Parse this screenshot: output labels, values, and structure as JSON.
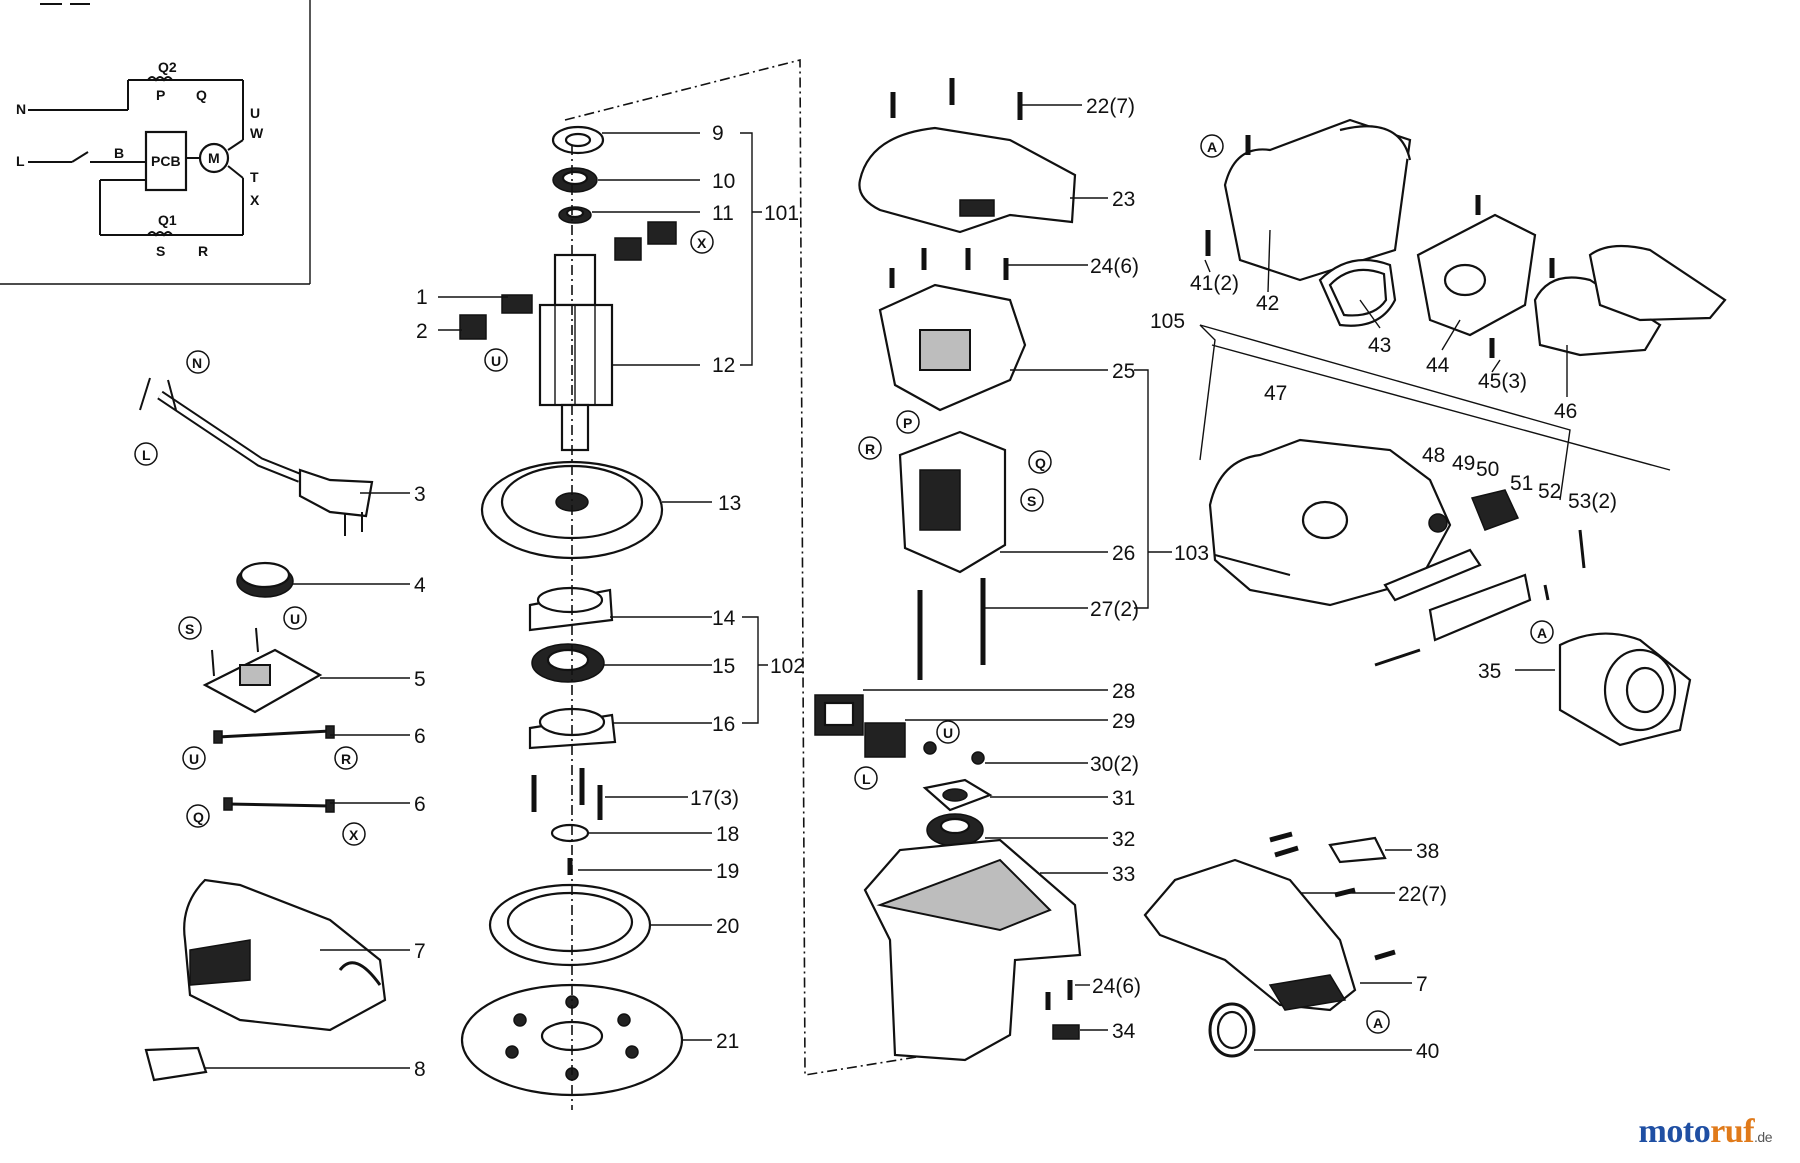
{
  "schematic": {
    "terminals": [
      "N",
      "L",
      "B",
      "Q2",
      "P",
      "Q",
      "PCB",
      "M",
      "Q1",
      "S",
      "R",
      "U",
      "T",
      "W",
      "X"
    ]
  },
  "callouts": [
    {
      "id": "c1",
      "text": "1"
    },
    {
      "id": "c2",
      "text": "2"
    },
    {
      "id": "c3",
      "text": "3"
    },
    {
      "id": "c4",
      "text": "4"
    },
    {
      "id": "c5",
      "text": "5"
    },
    {
      "id": "c6a",
      "text": "6"
    },
    {
      "id": "c6b",
      "text": "6"
    },
    {
      "id": "c7a",
      "text": "7"
    },
    {
      "id": "c8",
      "text": "8"
    },
    {
      "id": "c9",
      "text": "9"
    },
    {
      "id": "c10",
      "text": "10"
    },
    {
      "id": "c11",
      "text": "11"
    },
    {
      "id": "c12",
      "text": "12"
    },
    {
      "id": "c13",
      "text": "13"
    },
    {
      "id": "c14",
      "text": "14"
    },
    {
      "id": "c15",
      "text": "15"
    },
    {
      "id": "c16",
      "text": "16"
    },
    {
      "id": "c17",
      "text": "17(3)"
    },
    {
      "id": "c18",
      "text": "18"
    },
    {
      "id": "c19",
      "text": "19"
    },
    {
      "id": "c20",
      "text": "20"
    },
    {
      "id": "c21",
      "text": "21"
    },
    {
      "id": "c101",
      "text": "101"
    },
    {
      "id": "c102",
      "text": "102"
    },
    {
      "id": "c22a",
      "text": "22(7)"
    },
    {
      "id": "c23",
      "text": "23"
    },
    {
      "id": "c24a",
      "text": "24(6)"
    },
    {
      "id": "c25",
      "text": "25"
    },
    {
      "id": "c26",
      "text": "26"
    },
    {
      "id": "c27",
      "text": "27(2)"
    },
    {
      "id": "c103",
      "text": "103"
    },
    {
      "id": "c28",
      "text": "28"
    },
    {
      "id": "c29",
      "text": "29"
    },
    {
      "id": "c30",
      "text": "30(2)"
    },
    {
      "id": "c31",
      "text": "31"
    },
    {
      "id": "c32",
      "text": "32"
    },
    {
      "id": "c33",
      "text": "33"
    },
    {
      "id": "c24b",
      "text": "24(6)"
    },
    {
      "id": "c34",
      "text": "34"
    },
    {
      "id": "c41",
      "text": "41(2)"
    },
    {
      "id": "c42",
      "text": "42"
    },
    {
      "id": "c43",
      "text": "43"
    },
    {
      "id": "c44",
      "text": "44"
    },
    {
      "id": "c45",
      "text": "45(3)"
    },
    {
      "id": "c46",
      "text": "46"
    },
    {
      "id": "c105",
      "text": "105"
    },
    {
      "id": "c47",
      "text": "47"
    },
    {
      "id": "c48",
      "text": "48"
    },
    {
      "id": "c49",
      "text": "49"
    },
    {
      "id": "c50",
      "text": "50"
    },
    {
      "id": "c51",
      "text": "51"
    },
    {
      "id": "c52",
      "text": "52"
    },
    {
      "id": "c53",
      "text": "53(2)"
    },
    {
      "id": "c35",
      "text": "35"
    },
    {
      "id": "c38",
      "text": "38"
    },
    {
      "id": "c22b",
      "text": "22(7)"
    },
    {
      "id": "c7b",
      "text": "7"
    },
    {
      "id": "c40",
      "text": "40"
    }
  ],
  "connector_marks": [
    {
      "id": "m_n",
      "text": "N"
    },
    {
      "id": "m_l1",
      "text": "L"
    },
    {
      "id": "m_s1",
      "text": "S"
    },
    {
      "id": "m_u1",
      "text": "U"
    },
    {
      "id": "m_u2",
      "text": "U"
    },
    {
      "id": "m_r1",
      "text": "R"
    },
    {
      "id": "m_q1",
      "text": "Q"
    },
    {
      "id": "m_x1",
      "text": "X"
    },
    {
      "id": "m_u3",
      "text": "U"
    },
    {
      "id": "m_x2",
      "text": "X"
    },
    {
      "id": "m_p",
      "text": "P"
    },
    {
      "id": "m_r2",
      "text": "R"
    },
    {
      "id": "m_q2",
      "text": "Q"
    },
    {
      "id": "m_s2",
      "text": "S"
    },
    {
      "id": "m_u4",
      "text": "U"
    },
    {
      "id": "m_l2",
      "text": "L"
    },
    {
      "id": "m_a1",
      "text": "A"
    },
    {
      "id": "m_a2",
      "text": "A"
    },
    {
      "id": "m_a3",
      "text": "A"
    }
  ],
  "brand": {
    "part1": "moto",
    "part2": "ruf",
    "part3": ".de"
  }
}
